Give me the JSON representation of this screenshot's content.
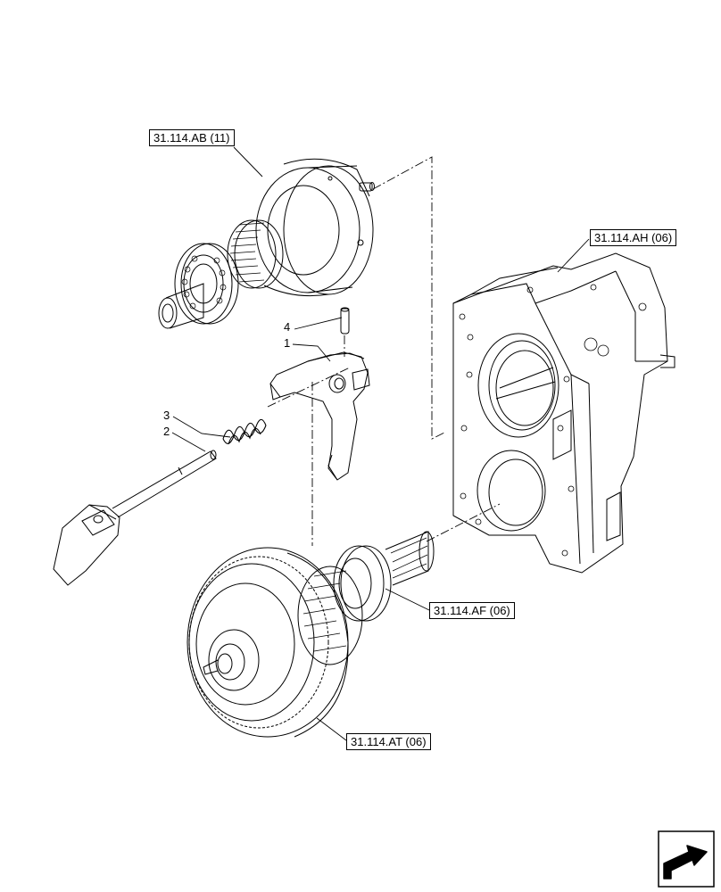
{
  "references": {
    "ab": "31.114.AB (11)",
    "ah": "31.114.AH (06)",
    "af": "31.114.AF (06)",
    "at": "31.114.AT (06)"
  },
  "callouts": {
    "c1": "1",
    "c2": "2",
    "c3": "3",
    "c4": "4"
  },
  "icons": {
    "navigation": "next-page-arrow-icon"
  }
}
